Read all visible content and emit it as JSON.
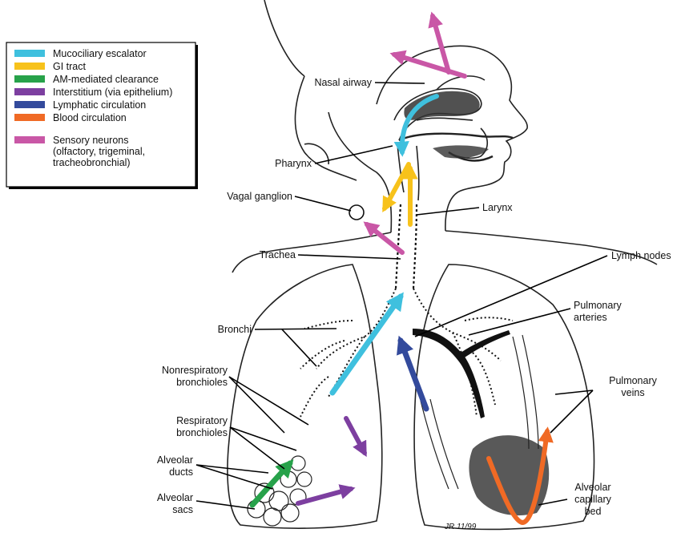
{
  "legend": {
    "items": [
      {
        "label": "Mucociliary escalator",
        "color": "#3fc0de"
      },
      {
        "label": "GI tract",
        "color": "#f7c21b"
      },
      {
        "label": "AM-mediated clearance",
        "color": "#27a24a"
      },
      {
        "label": "Interstitium (via epithelium)",
        "color": "#7d3fa0"
      },
      {
        "label": "Lymphatic circulation",
        "color": "#334a9c"
      },
      {
        "label": "Blood circulation",
        "color": "#f06a25"
      }
    ],
    "sensory": {
      "color": "#c957a6",
      "lines": [
        "Sensory neurons",
        "(olfactory, trigeminal,",
        "tracheobronchial)"
      ]
    }
  },
  "labels": {
    "nasal_airway": "Nasal airway",
    "pharynx": "Pharynx",
    "vagal_ganglion": "Vagal ganglion",
    "larynx": "Larynx",
    "trachea": "Trachea",
    "lymph_nodes": "Lymph nodes",
    "pulmonary_arteries": [
      "Pulmonary",
      "arteries"
    ],
    "bronchi": "Bronchi",
    "nonrespiratory_bronchioles": [
      "Nonrespiratory",
      "bronchioles"
    ],
    "respiratory_bronchioles": [
      "Respiratory",
      "bronchioles"
    ],
    "alveolar_ducts": [
      "Alveolar",
      "ducts"
    ],
    "alveolar_sacs": [
      "Alveolar",
      "sacs"
    ],
    "pulmonary_veins": [
      "Pulmonary",
      "veins"
    ],
    "alveolar_capillary_bed": [
      "Alveolar",
      "capillary",
      "bed"
    ]
  },
  "signature": "JR 11/99"
}
